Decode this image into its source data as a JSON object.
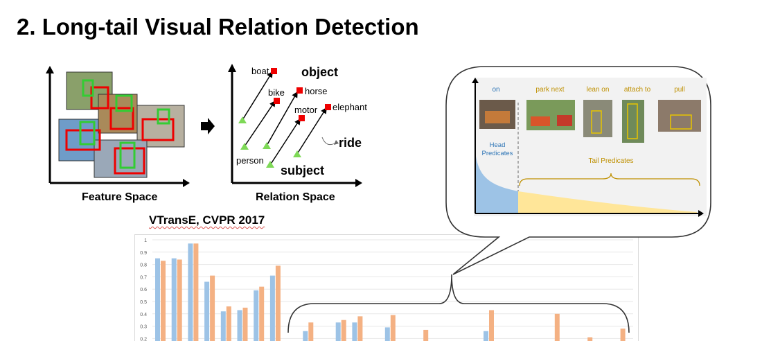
{
  "slide": {
    "title": "2. Long-tail Visual Relation Detection",
    "feature_space_caption": "Feature Space",
    "relation_space_caption": "Relation Space",
    "paper_caption": "VTransE, CVPR 2017"
  },
  "relation_space": {
    "objects": [
      "boat",
      "bike",
      "horse",
      "motor",
      "elephant"
    ],
    "object_label": "object",
    "subject_label": "subject",
    "subject_name": "person",
    "relation_label": "ride"
  },
  "long_tail_callout": {
    "predicates": [
      "on",
      "park next",
      "lean on",
      "attach to",
      "pull"
    ],
    "head_label_line1": "Head",
    "head_label_line2": "Predicates",
    "tail_label": "Tail Predicates",
    "colors": {
      "head": "#9dc3e6",
      "tail": "#ffe699",
      "text_head": "#2e75b6",
      "text_tail": "#bf9000"
    }
  },
  "chart_data": {
    "type": "bar",
    "ylim": [
      0.2,
      1
    ],
    "yticks": [
      "1",
      "0.9",
      "0.8",
      "0.7",
      "0.6",
      "0.5",
      "0.4",
      "0.3",
      "0.2"
    ],
    "series": [
      {
        "color": "#9dc3e6",
        "values": [
          0.85,
          0.85,
          0.97,
          0.66,
          0.42,
          0.43,
          0.59,
          0.71,
          null,
          0.26,
          null,
          0.33,
          0.33,
          null,
          0.29,
          null,
          null,
          null,
          null,
          null,
          0.26,
          null,
          null,
          null,
          null,
          null,
          null,
          null,
          null
        ]
      },
      {
        "color": "#f4b183",
        "values": [
          0.83,
          0.84,
          0.97,
          0.71,
          0.46,
          0.45,
          0.62,
          0.79,
          null,
          0.33,
          null,
          0.35,
          0.38,
          null,
          0.39,
          null,
          0.27,
          null,
          null,
          null,
          0.43,
          null,
          null,
          null,
          0.4,
          null,
          0.21,
          null,
          0.28
        ]
      }
    ]
  }
}
